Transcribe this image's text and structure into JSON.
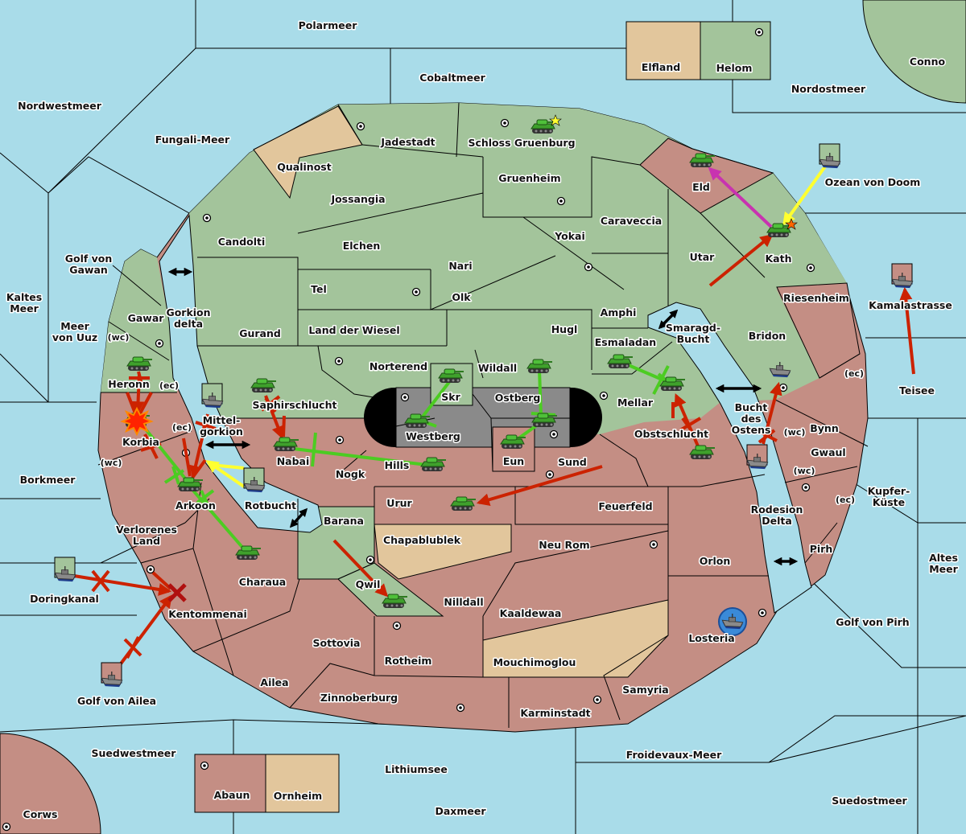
{
  "colors": {
    "sea": "#a9dce9",
    "green_power": "#a3c49b",
    "red_power": "#c48e84",
    "neutral": "#e2c69c",
    "move": "#cc2200",
    "support": "#4ccc22",
    "convoy": "#ffff30",
    "other": "#c833b0"
  },
  "icons": {
    "army": "tank-icon",
    "fleet": "battleship-icon",
    "supply_center": "supply-center-dot",
    "dislodged": "explosion-icon",
    "destroyed": "x-mark-icon",
    "star": "star-icon"
  },
  "seas": {
    "polarmeer": "Polarmeer",
    "cobaltmeer": "Cobaltmeer",
    "nordostmeer": "Nordostmeer",
    "nordwestmeer": "Nordwestmeer",
    "fungali": "Fungali-Meer",
    "ozean": "Ozean von Doom",
    "golf_gawan": [
      "Golf von",
      "Gawan"
    ],
    "kaltes": [
      "Kaltes",
      "Meer"
    ],
    "kamalastrasse": "Kamalastrasse",
    "gorkion_delta": [
      "Gorkion",
      "delta"
    ],
    "meer_uuz": [
      "Meer",
      "von Uuz"
    ],
    "smaragd": [
      "Smaragd-",
      "Bucht"
    ],
    "teisee": "Teisee",
    "bucht_ostens": [
      "Bucht",
      "des",
      "Ostens"
    ],
    "mittelgorkion": [
      "Mittel-",
      "gorkion"
    ],
    "borkmeer": "Borkmeer",
    "kupfer": [
      "Kupfer-",
      "Küste"
    ],
    "rotbucht": "Rotbucht",
    "rodesion": [
      "Rodesion",
      "Delta"
    ],
    "altes": [
      "Altes",
      "Meer"
    ],
    "doringkanal": "Doringkanal",
    "golf_pirh": "Golf von Pirh",
    "golf_ailea": "Golf von Ailea",
    "suedwestmeer": "Suedwestmeer",
    "froidevaux": "Froidevaux-Meer",
    "lithiumsee": "Lithiumsee",
    "suedostmeer": "Suedostmeer",
    "daxmeer": "Daxmeer"
  },
  "lands": {
    "elfland": "Elfland",
    "helom": "Helom",
    "conno": "Conno",
    "jadestadt": "Jadestadt",
    "schloss": "Schloss Gruenburg",
    "qualinost": "Qualinost",
    "gruenheim": "Gruenheim",
    "eld": "Eld",
    "jossangia": "Jossangia",
    "caraveccia": "Caraveccia",
    "candolti": "Candolti",
    "yokai": "Yokai",
    "elchen": "Elchen",
    "nari": "Nari",
    "utar": "Utar",
    "kath": "Kath",
    "tel": "Tel",
    "olk": "Olk",
    "riesenheim": "Riesenheim",
    "amphi": "Amphi",
    "gawar": "Gawar",
    "gurand": "Gurand",
    "land_wiesel": "Land der Wiesel",
    "hugl": "Hugl",
    "bridon": "Bridon",
    "esmaladan": "Esmaladan",
    "norterend": "Norterend",
    "wildall": "Wildall",
    "heronn": "Heronn",
    "skr": "Skr",
    "ostberg": "Ostberg",
    "mellar": "Mellar",
    "saphirschlucht": "Saphirschlucht",
    "bynn": "Bynn",
    "obstschlucht": "Obstschlucht",
    "westberg": "Westberg",
    "korbia": "Korbia",
    "nabai": "Nabai",
    "eun": "Eun",
    "sund": "Sund",
    "hills": "Hills",
    "gwaul": "Gwaul",
    "nogk": "Nogk",
    "urur": "Urur",
    "feuerfeld": "Feuerfeld",
    "arkoon": "Arkoon",
    "barana": "Barana",
    "verlorenes": [
      "Verlorenes",
      "Land"
    ],
    "chapablublek": "Chapablublek",
    "neu_rom": "Neu Rom",
    "pirh": "Pirh",
    "orlon": "Orlon",
    "charaua": "Charaua",
    "qwil": "Qwil",
    "nilldall": "Nilldall",
    "kaaldewaa": "Kaaldewaa",
    "kentommenai": "Kentommenai",
    "losteria": "Losteria",
    "sottovia": "Sottovia",
    "rotheim": "Rotheim",
    "mouchimoglou": "Mouchimoglou",
    "ailea": "Ailea",
    "samyria": "Samyria",
    "zinnoberburg": "Zinnoberburg",
    "karminstadt": "Karminstadt",
    "abaun": "Abaun",
    "ornheim": "Ornheim",
    "corws": "Corws"
  },
  "coasts": {
    "wc": "(wc)",
    "ec": "(ec)"
  }
}
